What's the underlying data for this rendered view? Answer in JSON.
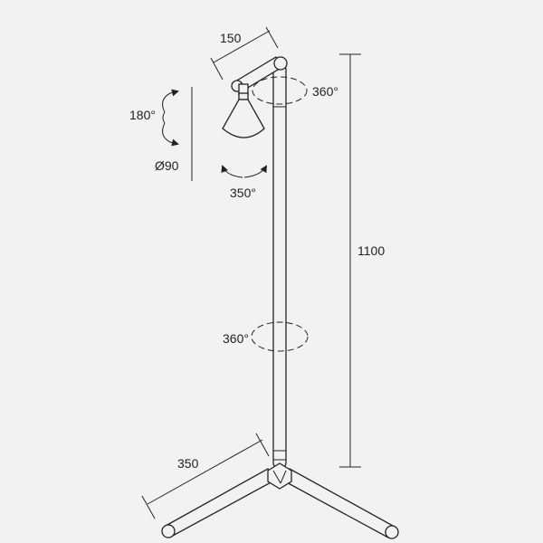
{
  "labels": {
    "arm_length": "150",
    "height": "1100",
    "base_leg": "350",
    "diameter": "Ø90",
    "tilt": "180°",
    "shade_rotation": "350°",
    "top_rotation": "360°",
    "pole_rotation": "360°"
  },
  "colors": {
    "background": "#f2f2f2",
    "line": "#222222"
  }
}
